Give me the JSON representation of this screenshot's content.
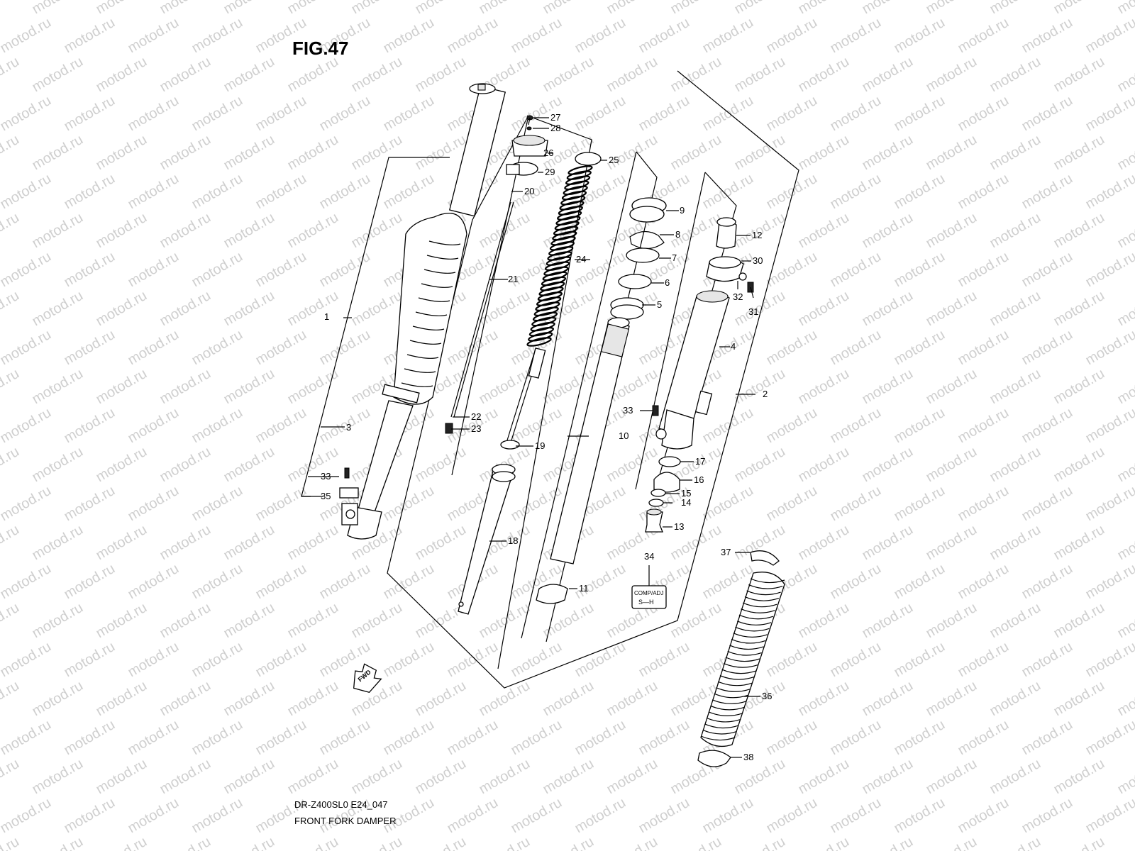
{
  "figure": {
    "title": "FIG.47",
    "model_code": "DR-Z400SL0 E24_047",
    "caption": "FRONT FORK DAMPER",
    "watermark": "motod.ru",
    "fwd_label": "FWD",
    "adjuster_tag": {
      "line1": "COMP/ADJ",
      "line2": "S—H"
    }
  },
  "parts": [
    {
      "n": "1"
    },
    {
      "n": "2"
    },
    {
      "n": "3"
    },
    {
      "n": "4"
    },
    {
      "n": "5"
    },
    {
      "n": "6"
    },
    {
      "n": "7"
    },
    {
      "n": "8"
    },
    {
      "n": "9"
    },
    {
      "n": "10"
    },
    {
      "n": "11"
    },
    {
      "n": "12"
    },
    {
      "n": "13"
    },
    {
      "n": "14"
    },
    {
      "n": "15"
    },
    {
      "n": "16"
    },
    {
      "n": "17"
    },
    {
      "n": "18"
    },
    {
      "n": "19"
    },
    {
      "n": "20"
    },
    {
      "n": "21"
    },
    {
      "n": "22"
    },
    {
      "n": "23"
    },
    {
      "n": "24"
    },
    {
      "n": "25"
    },
    {
      "n": "26"
    },
    {
      "n": "27"
    },
    {
      "n": "28"
    },
    {
      "n": "29"
    },
    {
      "n": "30"
    },
    {
      "n": "31"
    },
    {
      "n": "32"
    },
    {
      "n": "33"
    },
    {
      "n": "33"
    },
    {
      "n": "34"
    },
    {
      "n": "35"
    },
    {
      "n": "36"
    },
    {
      "n": "37"
    },
    {
      "n": "38"
    }
  ]
}
